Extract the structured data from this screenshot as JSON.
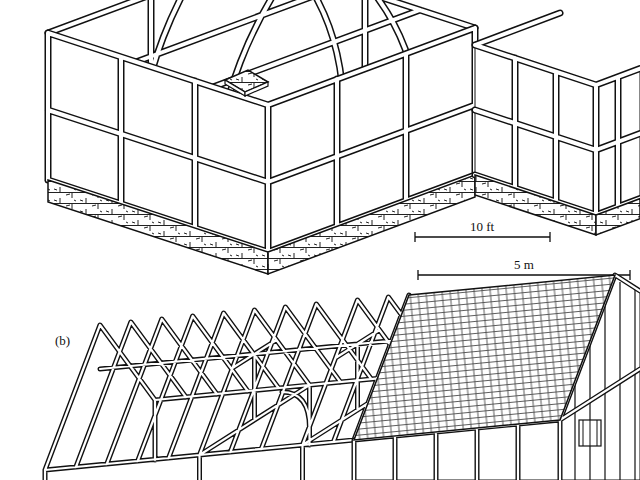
{
  "diagram": {
    "labels": [
      "10 ft",
      "5 m",
      "(b)"
    ]
  }
}
